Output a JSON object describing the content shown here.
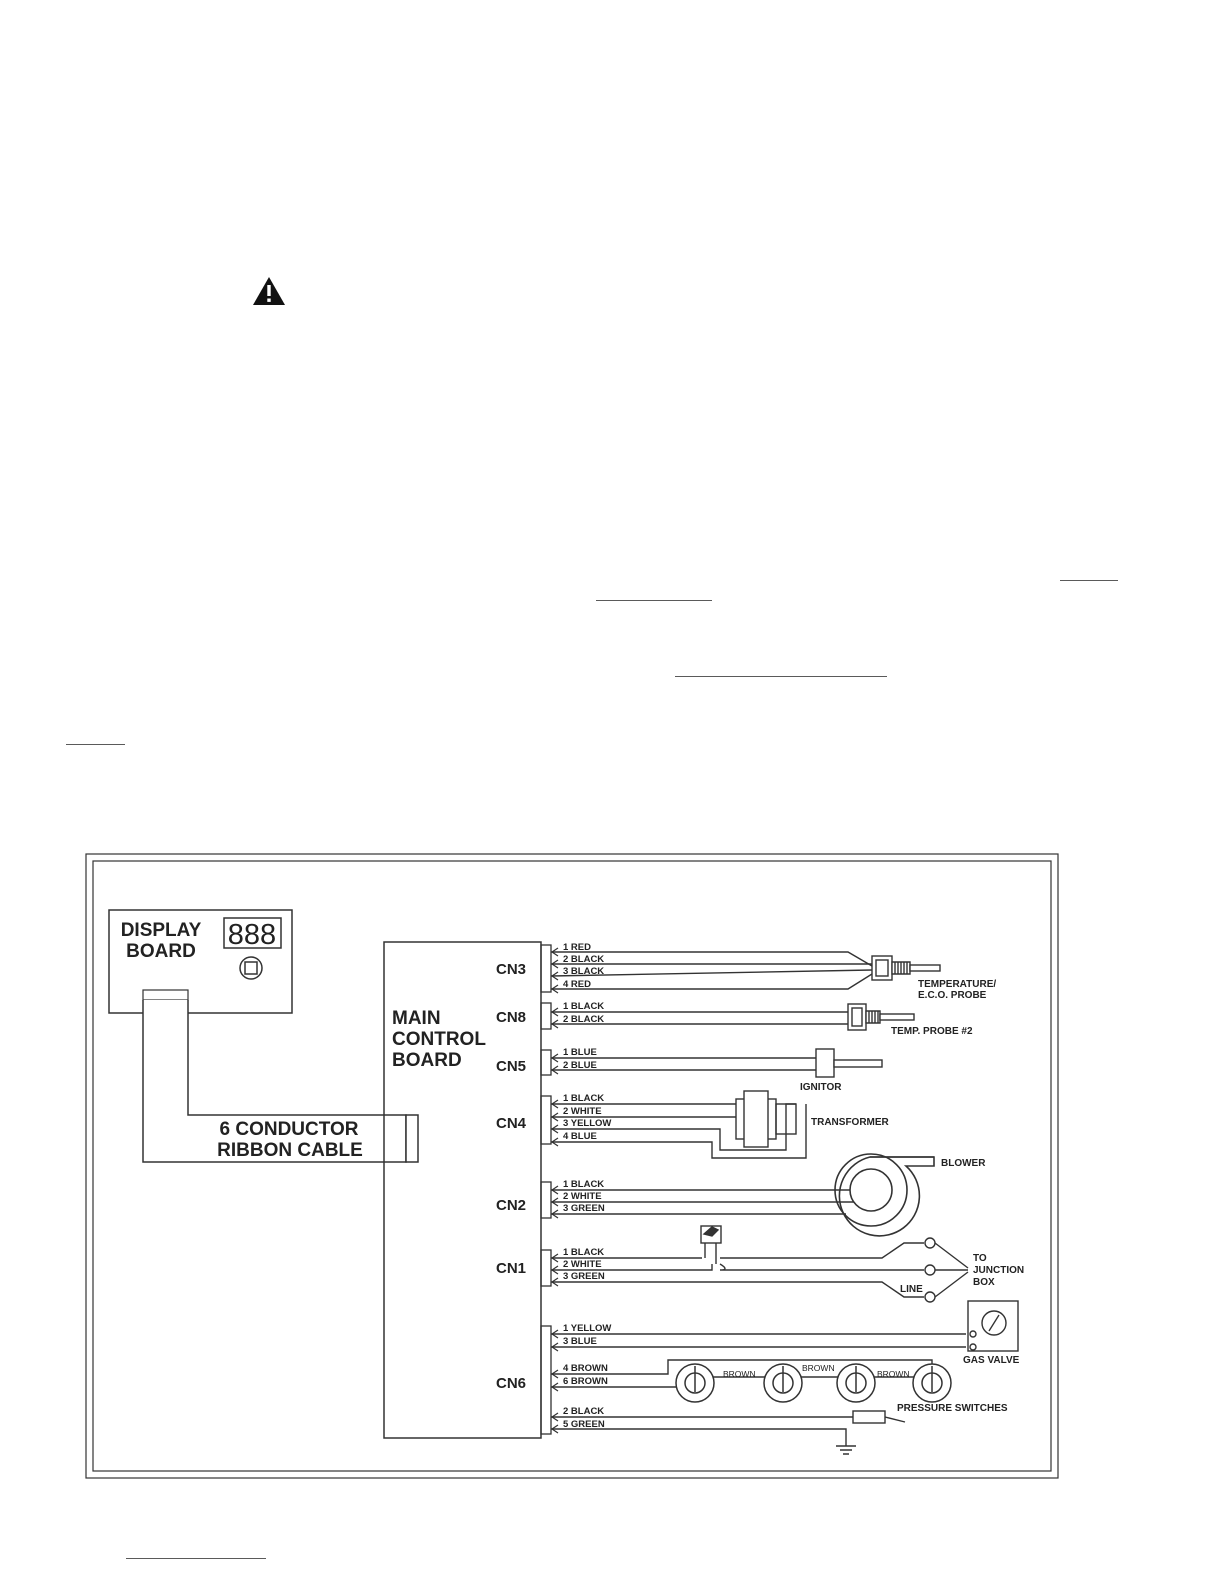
{
  "diagram": {
    "display_board": {
      "line1": "DISPLAY",
      "line2": "BOARD",
      "readout": "888"
    },
    "ribbon_cable": {
      "line1": "6 CONDUCTOR",
      "line2": "RIBBON CABLE"
    },
    "main_board": {
      "line1": "MAIN",
      "line2": "CONTROL",
      "line3": "BOARD"
    },
    "connectors": [
      {
        "name": "CN3",
        "wires": [
          "1 RED",
          "2 BLACK",
          "3 BLACK",
          "4 RED"
        ]
      },
      {
        "name": "CN8",
        "wires": [
          "1 BLACK",
          "2 BLACK"
        ]
      },
      {
        "name": "CN5",
        "wires": [
          "1 BLUE",
          "2 BLUE"
        ]
      },
      {
        "name": "CN4",
        "wires": [
          "1 BLACK",
          "2 WHITE",
          "3 YELLOW",
          "4 BLUE"
        ]
      },
      {
        "name": "CN2",
        "wires": [
          "1 BLACK",
          "2 WHITE",
          "3 GREEN"
        ]
      },
      {
        "name": "CN1",
        "wires": [
          "1 BLACK",
          "2 WHITE",
          "3 GREEN"
        ]
      },
      {
        "name": "CN6",
        "wires": [
          "1 YELLOW",
          "3 BLUE",
          "4 BROWN",
          "6 BROWN",
          "2 BLACK",
          "5 GREEN"
        ]
      }
    ],
    "components": {
      "temp_probe_line1": "TEMPERATURE/",
      "temp_probe_line2": "E.C.O. PROBE",
      "temp_probe2": "TEMP. PROBE #2",
      "ignitor": "IGNITOR",
      "transformer": "TRANSFORMER",
      "blower": "BLOWER",
      "junction_line1": "TO",
      "junction_line2": "JUNCTION",
      "junction_line3": "BOX",
      "line": "LINE",
      "gas_valve": "GAS VALVE",
      "pressure_switches": "PRESSURE SWITCHES",
      "brown_labels": [
        "BROWN",
        "BROWN",
        "BROWN"
      ]
    }
  }
}
